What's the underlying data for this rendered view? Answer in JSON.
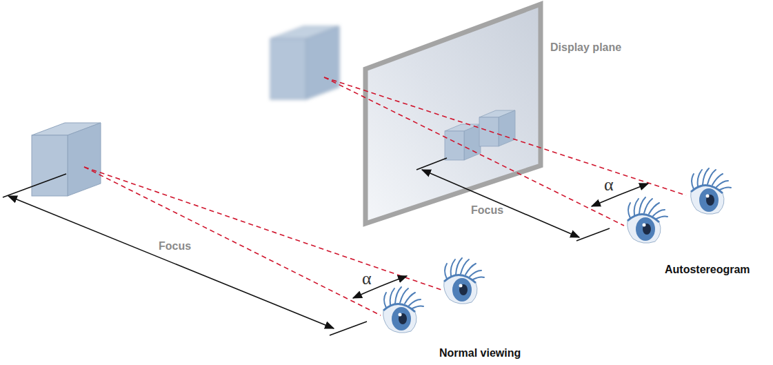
{
  "diagram": {
    "labels": [
      "Display plane",
      "Focus",
      "α",
      "Autostereogram",
      "Focus",
      "α",
      "Normal viewing"
    ]
  }
}
